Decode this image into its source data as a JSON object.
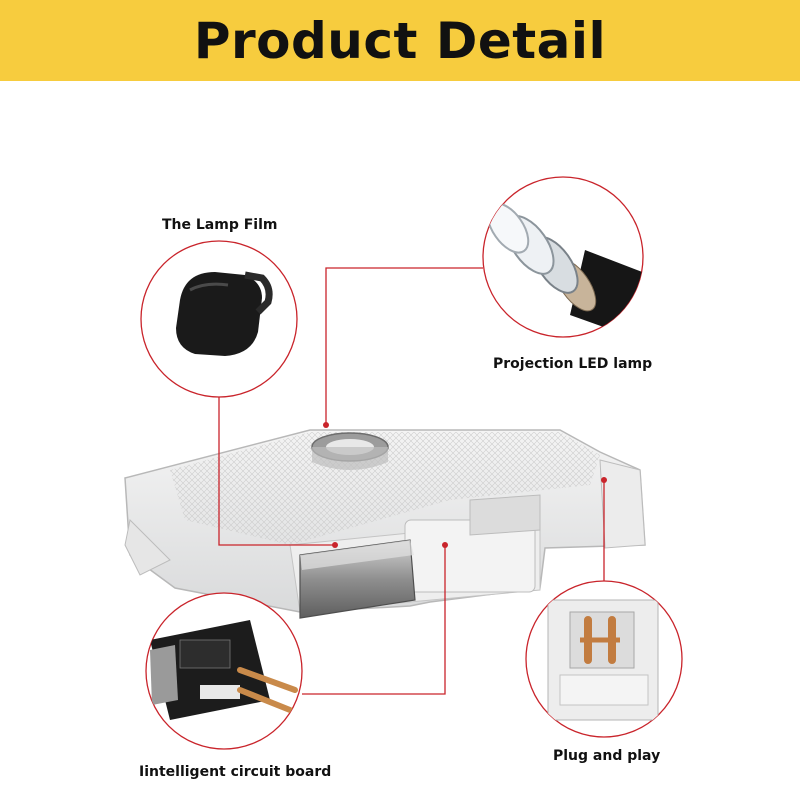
{
  "header": {
    "title": "Product Detail"
  },
  "labels": {
    "lamp_film": "The Lamp Film",
    "projection_led": "Projection LED lamp",
    "circuit_board": "Iintelligent circuit board",
    "plug_and_play": "Plug and play"
  },
  "colors": {
    "banner": "#f7cc3e",
    "callout_line": "#c9242b",
    "title_text": "#111111"
  }
}
